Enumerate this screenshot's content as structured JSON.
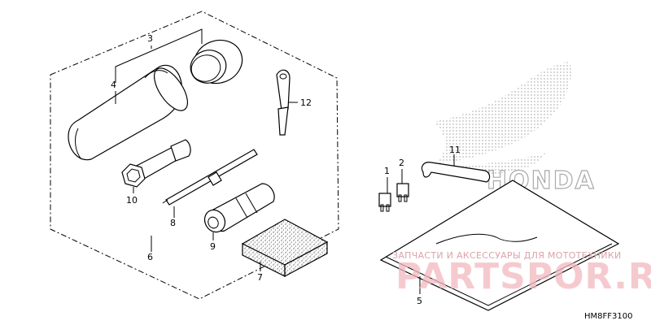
{
  "callouts": {
    "c1": "1",
    "c2": "2",
    "c3": "3",
    "c4": "4",
    "c5": "5",
    "c6": "6",
    "c7": "7",
    "c8": "8",
    "c9": "9",
    "c10": "10",
    "c11": "11",
    "c12": "12"
  },
  "diagram_code": "HM8FF3100",
  "watermark": {
    "tagline": "ЗАПЧАСТИ И АКСЕССУАРЫ ДЛЯ МОТОТЕХНИКИ",
    "brand": "PARTSPOR.RU"
  },
  "brand_logo": {
    "wordmark": "HONDA"
  },
  "colors": {
    "line": "#000000",
    "logo_gray": "#aaaaaa",
    "watermark_pink": "#f2b8bf"
  }
}
